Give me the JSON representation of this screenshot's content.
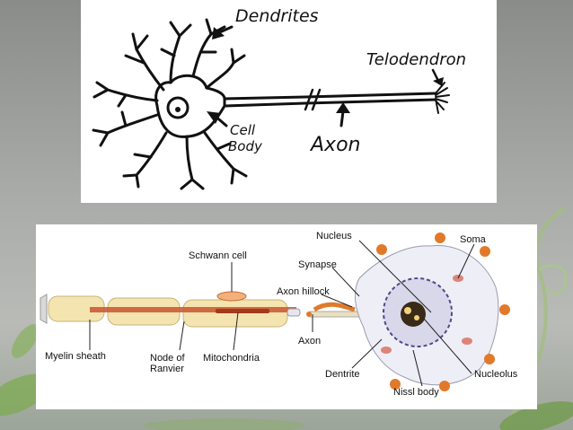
{
  "top_diagram": {
    "labels": {
      "dendrites": "Dendrites",
      "telodendron": "Telodendron",
      "cell_line1": "Cell",
      "cell_line2": "Body",
      "axon": "Axon"
    }
  },
  "bottom_diagram": {
    "labels": {
      "schwann_cell": "Schwann cell",
      "nucleus": "Nucleus",
      "soma": "Soma",
      "synapse": "Synapse",
      "axon_hillock": "Axon hillock",
      "axon": "Axon",
      "myelin_sheath": "Myelin sheath",
      "node_line1": "Node of",
      "node_line2": "Ranvier",
      "mitochondria": "Mitochondria",
      "dentrite": "Dentrite",
      "nissl_body": "Nissl body",
      "nucleolus": "Nucleolus"
    }
  },
  "colors": {
    "myelin": "#f4e4b0",
    "axon_core": "#c9552e",
    "soma_fill": "#eeeef6",
    "nucleus": "#4d4a8a",
    "dendrite_tip": "#e07a2a"
  }
}
